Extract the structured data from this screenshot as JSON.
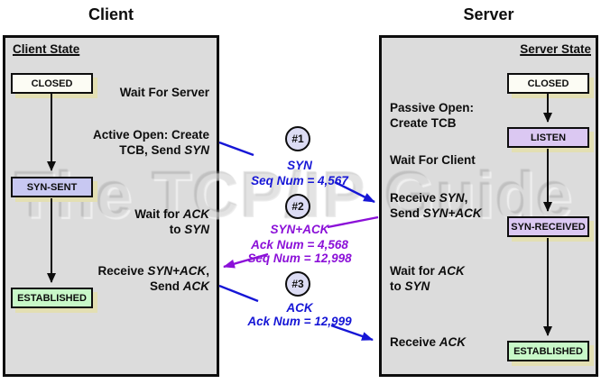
{
  "titles": {
    "client": "Client",
    "server": "Server"
  },
  "watermark": "The TCP/IP Guide",
  "client_panel": {
    "heading": "Client State",
    "states": [
      {
        "label": "CLOSED"
      },
      {
        "label": "SYN-SENT"
      },
      {
        "label": "ESTABLISHED"
      }
    ],
    "annotations": [
      "Wait For Server",
      "Active Open: Create\nTCB, Send *SYN*",
      "Wait for *ACK*\nto *SYN*",
      "Receive *SYN+ACK*,\nSend *ACK*"
    ]
  },
  "server_panel": {
    "heading": "Server State",
    "states": [
      {
        "label": "CLOSED"
      },
      {
        "label": "LISTEN"
      },
      {
        "label": "SYN-RECEIVED"
      },
      {
        "label": "ESTABLISHED"
      }
    ],
    "annotations": [
      "Passive Open:\nCreate TCB",
      "Wait For Client",
      "Receive *SYN*,\nSend *SYN+ACK*",
      "Wait for *ACK*\nto *SYN*",
      "Receive *ACK*"
    ]
  },
  "messages": [
    {
      "num": "#1",
      "name": "SYN",
      "details": [
        "Seq Num = 4,567"
      ],
      "direction": "client-to-server",
      "color": "#1616d6"
    },
    {
      "num": "#2",
      "name": "SYN+ACK",
      "details": [
        "Ack Num = 4,568",
        "Seq Num = 12,998"
      ],
      "direction": "server-to-client",
      "color": "#8b10d8"
    },
    {
      "num": "#3",
      "name": "ACK",
      "details": [
        "Ack Num = 12,999"
      ],
      "direction": "client-to-server",
      "color": "#1616d6"
    }
  ],
  "colors": {
    "panel_bg": "#dcdcdc",
    "box_closed": "#fcfcf4",
    "box_syn_sent": "#c8c8f2",
    "box_listen": "#dbc8f2",
    "box_syn_received": "#dbc8f2",
    "box_established": "#c8f8c8",
    "box_shadow": "#e3dfb3",
    "message_blue": "#1616d6",
    "message_purple": "#8b10d8"
  }
}
